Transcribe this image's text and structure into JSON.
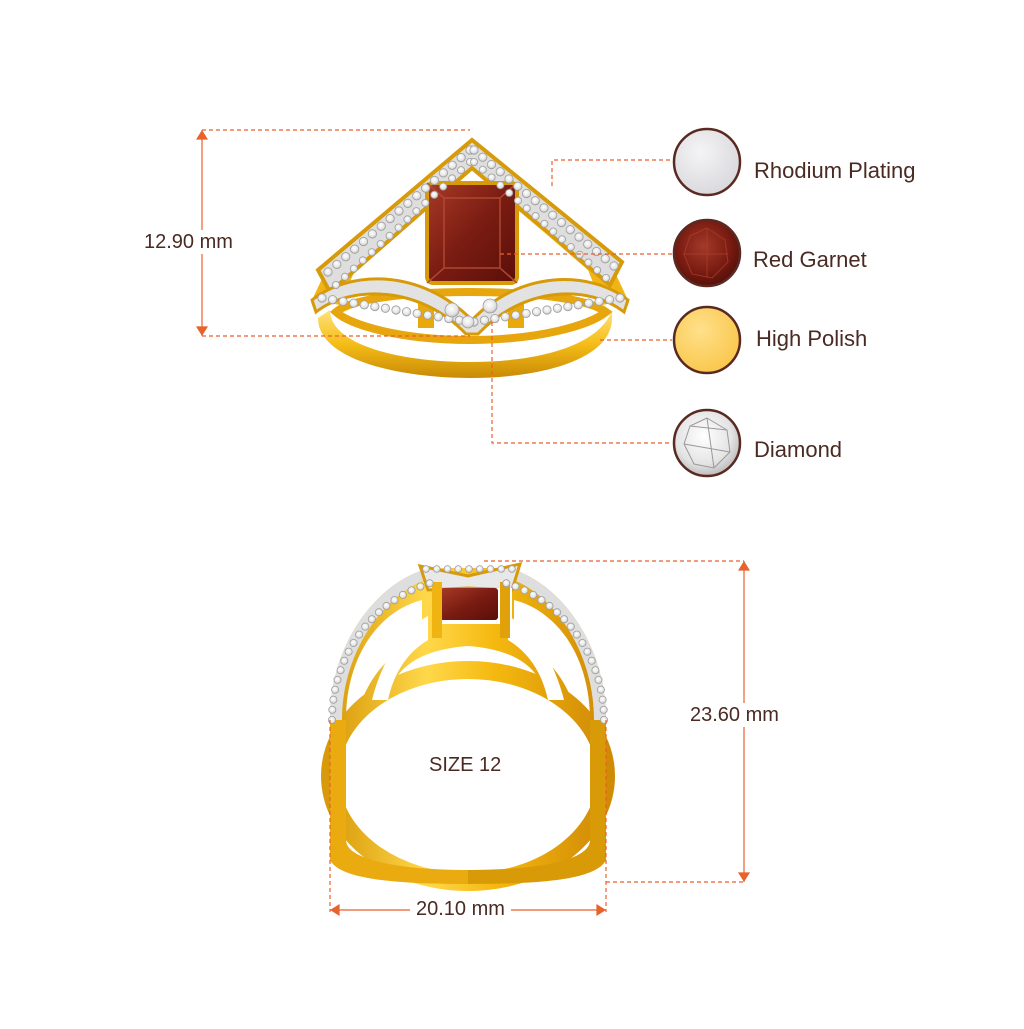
{
  "colors": {
    "dimension_line": "#e8622c",
    "gold": "#f5c21b",
    "gold_dark": "#d89a0a",
    "gold_light": "#ffe07a",
    "garnet": "#7a1c12",
    "garnet_light": "#b0402c",
    "diamond": "#f2f2f2",
    "text": "#4a2a22",
    "swatch_border": "#5a2a22"
  },
  "dimensions": {
    "top_height": "12.90 mm",
    "side_height": "23.60 mm",
    "side_width": "20.10 mm"
  },
  "ring_size": "SIZE 12",
  "legend": [
    {
      "label": "Rhodium Plating",
      "swatch": "rhodium",
      "color": "#e6e6e8"
    },
    {
      "label": "Red Garnet",
      "swatch": "garnet",
      "color": "#7a1c12"
    },
    {
      "label": "High Polish",
      "swatch": "gold",
      "color": "#fbcf5c"
    },
    {
      "label": "Diamond",
      "swatch": "diamond",
      "color": "#f4f4f4"
    }
  ]
}
